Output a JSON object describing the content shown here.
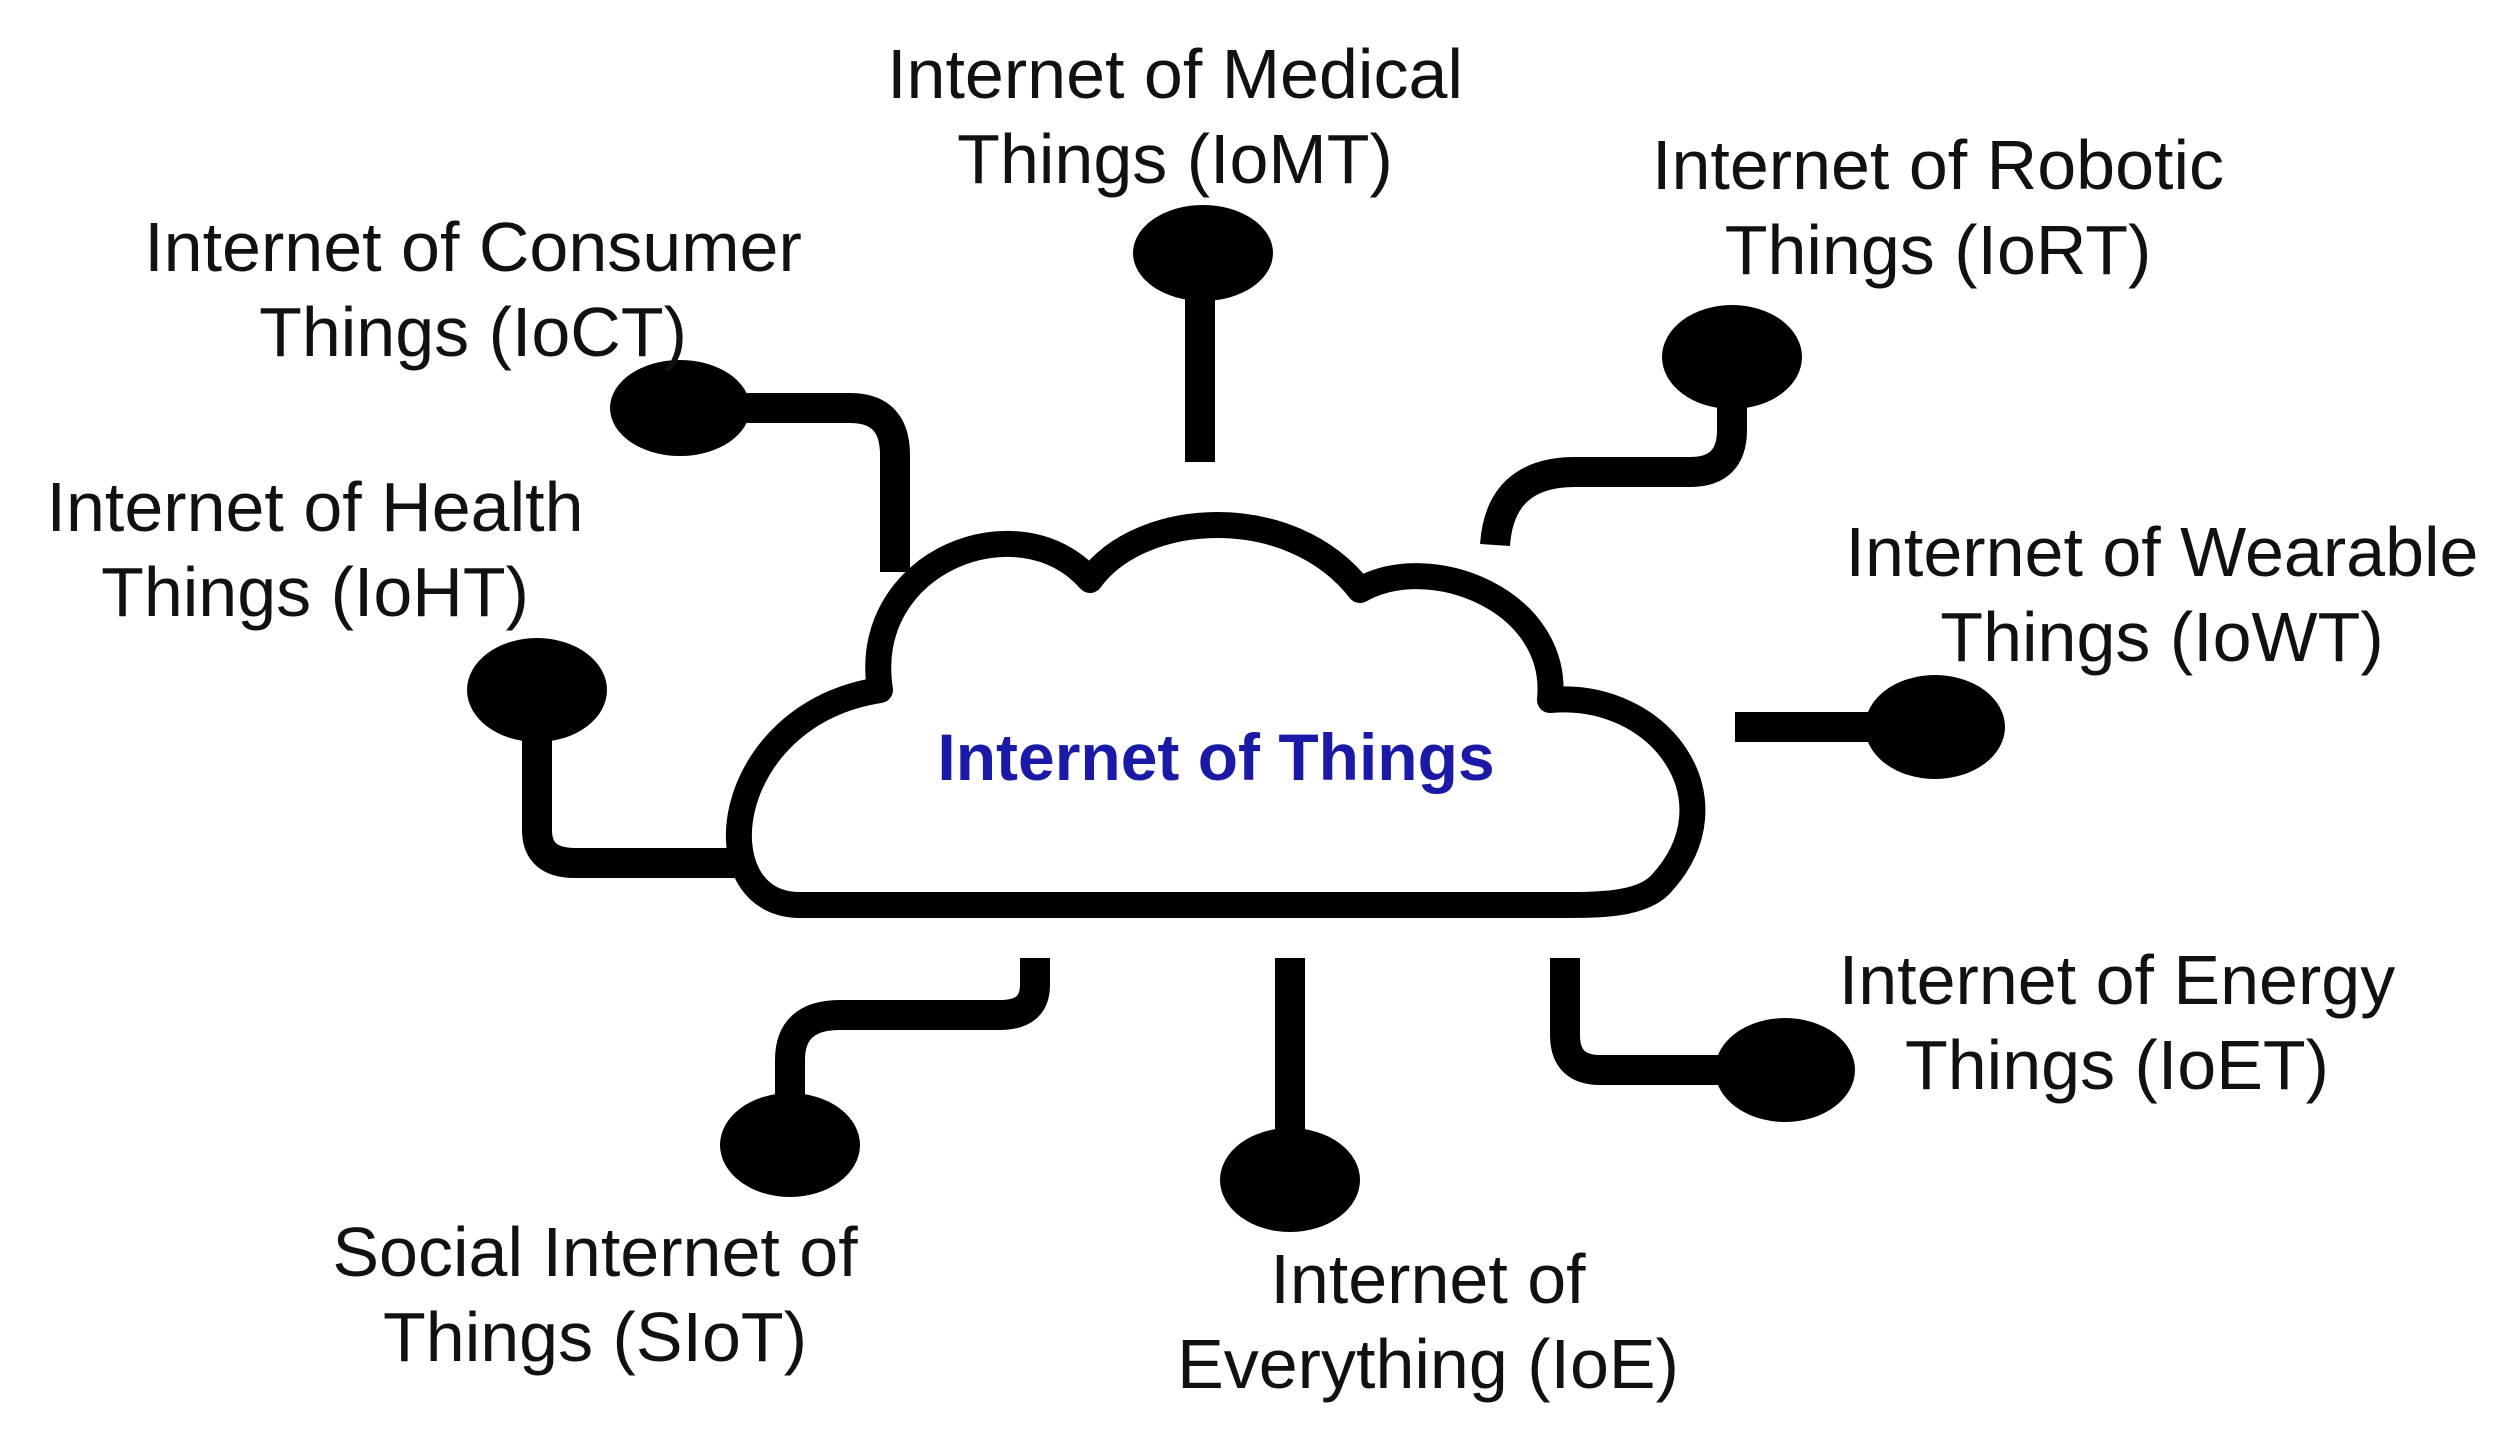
{
  "center": {
    "label": "Internet of Things",
    "color": "#1a1aa6"
  },
  "nodes": [
    {
      "line1": "Internet of Medical",
      "line2": "Things (IoMT)"
    },
    {
      "line1": "Internet of Robotic",
      "line2": "Things (IoRT)"
    },
    {
      "line1": "Internet of Consumer",
      "line2": "Things (IoCT)"
    },
    {
      "line1": "Internet of Health",
      "line2": "Things (IoHT)"
    },
    {
      "line1": "Internet of Wearable",
      "line2": "Things (IoWT)"
    },
    {
      "line1": "Internet of Energy",
      "line2": "Things (IoET)"
    },
    {
      "line1": "Social Internet of",
      "line2": "Things (SIoT)"
    },
    {
      "line1": "Internet of",
      "line2": "Everything (IoE)"
    }
  ],
  "colors": {
    "stroke": "#000000",
    "text": "#111111",
    "background": "#ffffff"
  }
}
